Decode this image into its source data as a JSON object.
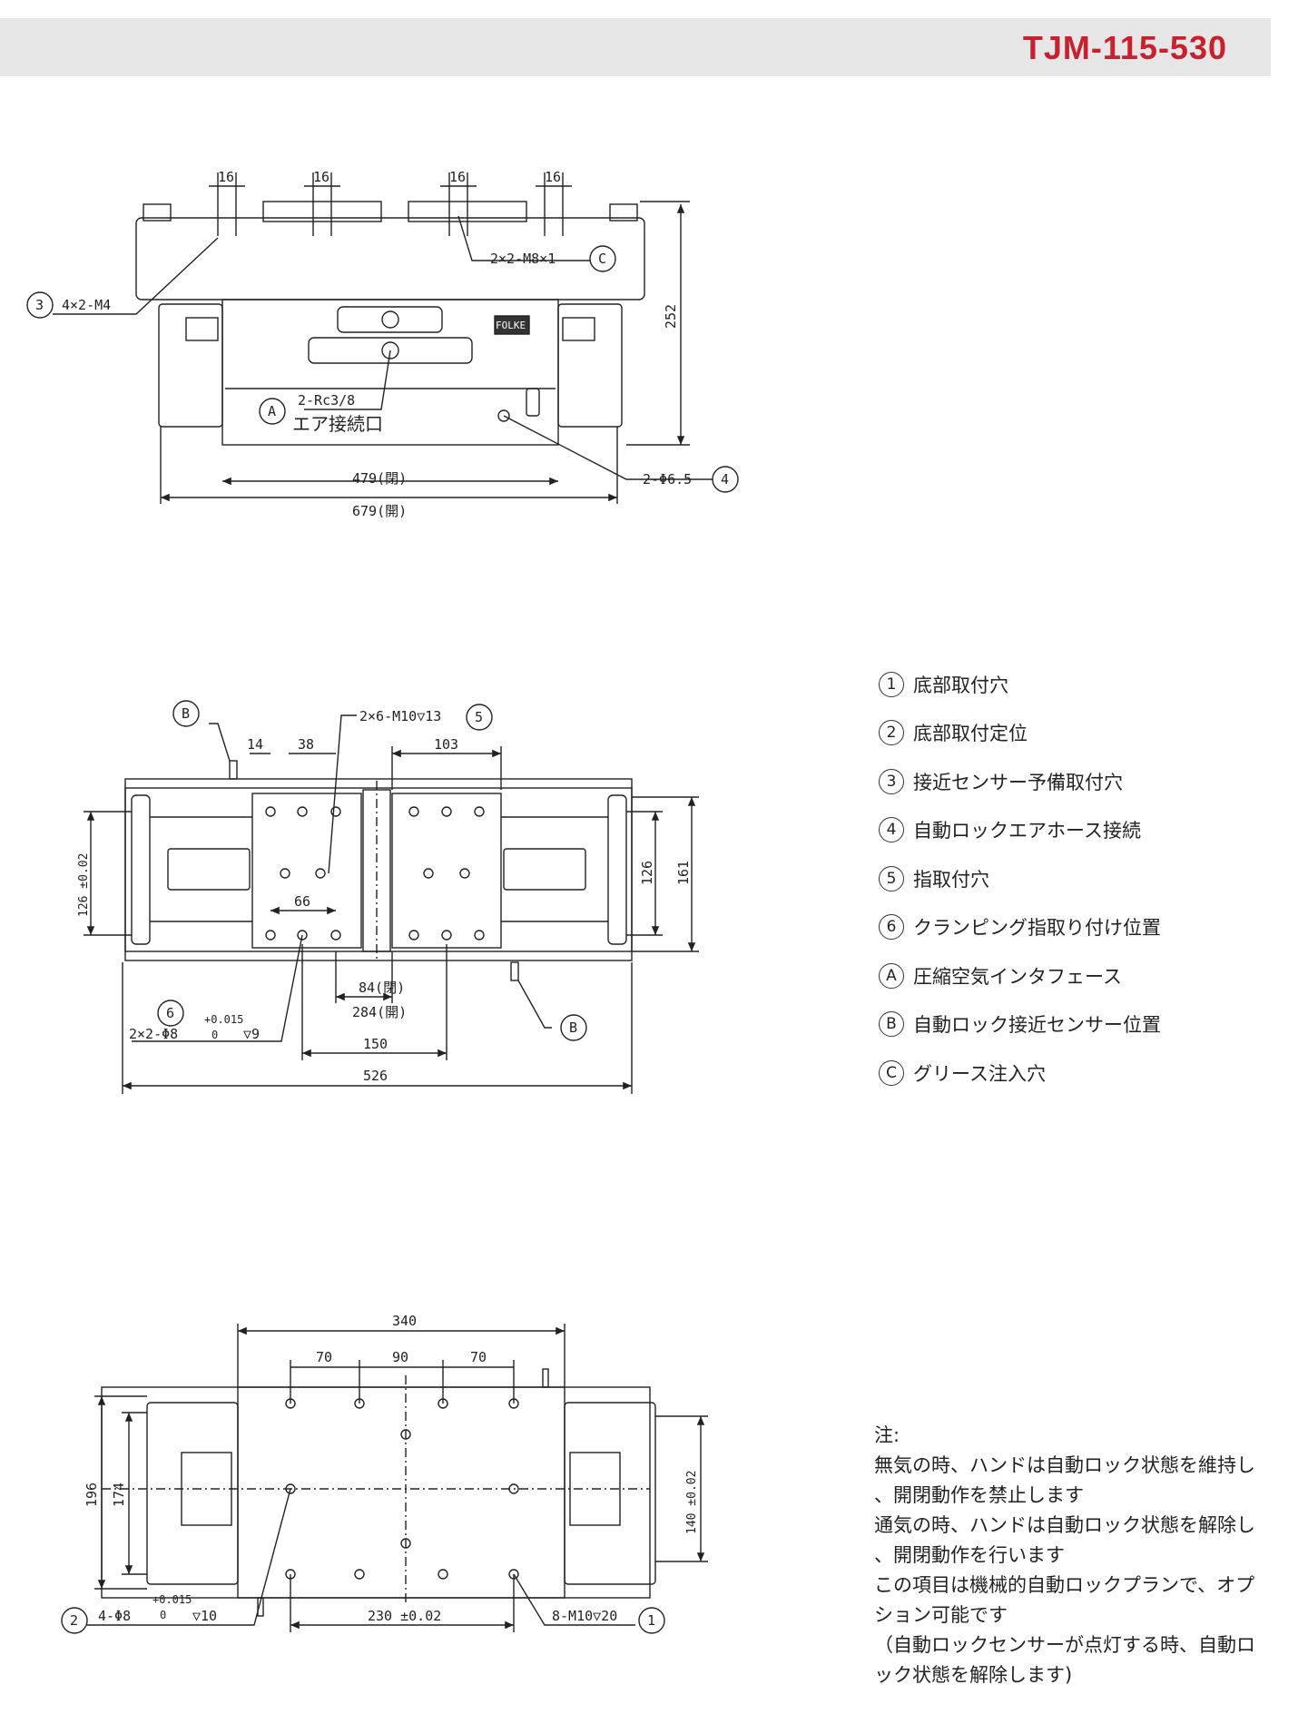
{
  "header": {
    "model": "TJM-115-530"
  },
  "drawing": {
    "front": {
      "dim_16": "16",
      "dim_height": "252",
      "dim_closed": "479(閉)",
      "dim_open": "679(開)",
      "callout_3": "3",
      "note_3": "4×2-M4",
      "callout_c": "C",
      "note_c": "2×2-M8×1",
      "callout_a": "A",
      "note_a1": "2-Rc3/8",
      "note_a2": "エア接続口",
      "callout_4": "4",
      "note_4": "2-Φ6.5",
      "brand": "FOLKE"
    },
    "top": {
      "callout_b": "B",
      "dim_14": "14",
      "dim_38": "38",
      "note_5": "2×6-M10▽13",
      "callout_5": "5",
      "dim_103": "103",
      "dim_126_tol": "126 ±0.02",
      "dim_126": "126",
      "dim_161": "161",
      "dim_66": "66",
      "dim_84": "84(閉)",
      "dim_284": "284(開)",
      "dim_150": "150",
      "dim_526": "526",
      "callout_6": "6",
      "tol_6": "+0.015",
      "tol_6b": "0",
      "note_6": "2×2-Φ8",
      "depth_6": "▽9"
    },
    "bottom": {
      "dim_340": "340",
      "dim_70a": "70",
      "dim_90": "90",
      "dim_70b": "70",
      "dim_196": "196",
      "dim_174": "174",
      "dim_140": "140 ±0.02",
      "dim_230": "230 ±0.02",
      "callout_2": "2",
      "note_2": "4-Φ8",
      "tol_2": "+0.015",
      "tol_2b": "0",
      "depth_2": "▽10",
      "note_1": "8-M10▽20",
      "callout_1": "1"
    }
  },
  "legend": [
    {
      "mark": "1",
      "label": "底部取付穴"
    },
    {
      "mark": "2",
      "label": "底部取付定位"
    },
    {
      "mark": "3",
      "label": "接近センサー予備取付穴"
    },
    {
      "mark": "4",
      "label": "自動ロックエアホース接続"
    },
    {
      "mark": "5",
      "label": "指取付穴"
    },
    {
      "mark": "6",
      "label": "クランピング指取り付け位置"
    },
    {
      "mark": "A",
      "label": "圧縮空気インタフェース"
    },
    {
      "mark": "B",
      "label": "自動ロック接近センサー位置"
    },
    {
      "mark": "C",
      "label": "グリース注入穴"
    }
  ],
  "notes": {
    "title": "注:",
    "lines": [
      "無気の時、ハンドは自動ロック状態を維持し",
      "、開閉動作を禁止します",
      "通気の時、ハンドは自動ロック状態を解除し",
      "、開閉動作を行います",
      "この項目は機械的自動ロックプランで、オプ",
      "ション可能です",
      "（自動ロックセンサーが点灯する時、自動ロ",
      "ック状態を解除します)"
    ]
  }
}
